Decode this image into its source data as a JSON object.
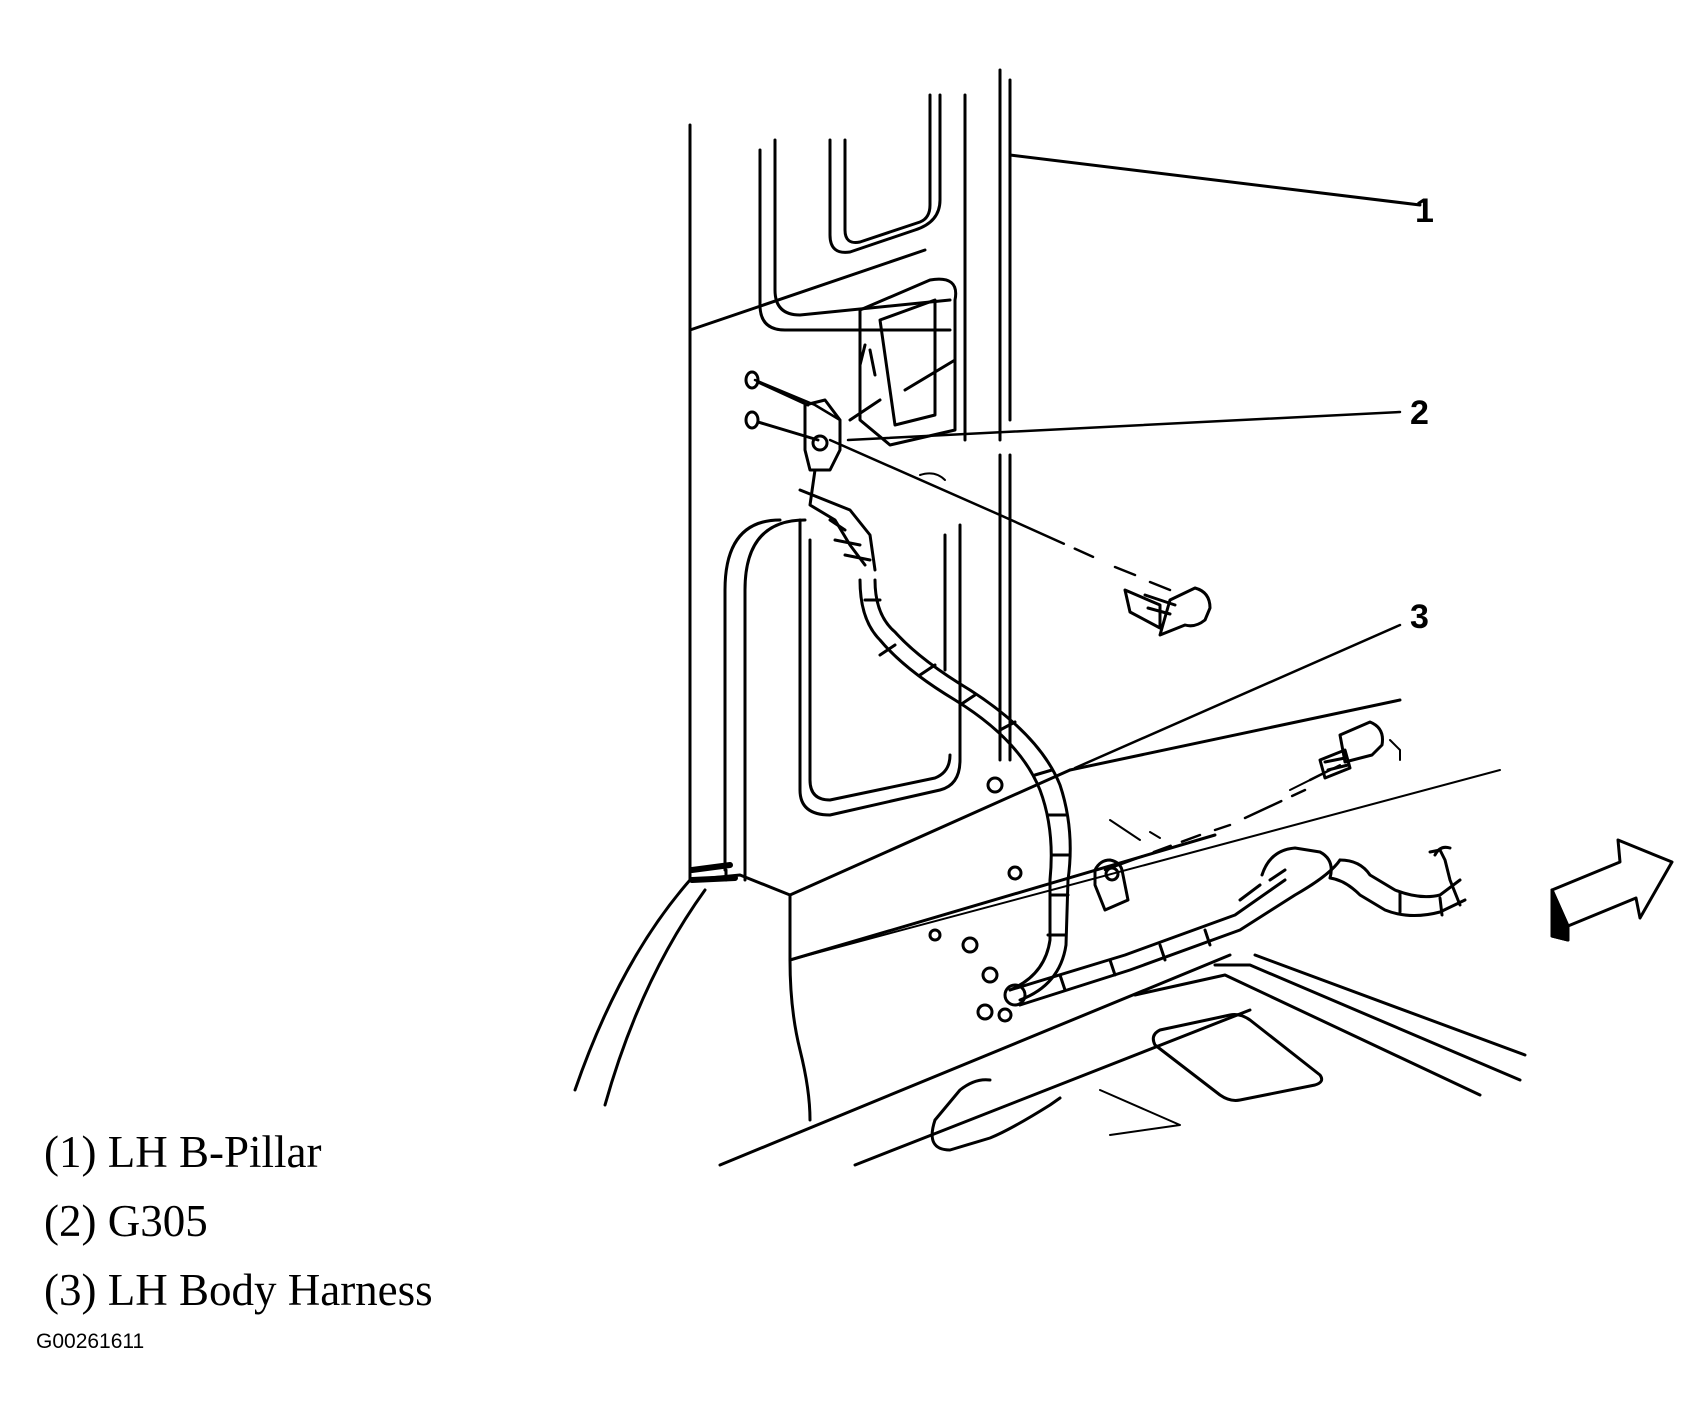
{
  "callouts": [
    "1",
    "2",
    "3"
  ],
  "legend": [
    "(1) LH B-Pillar",
    "(2) G305",
    "(3) LH Body Harness"
  ],
  "figure_id": "G00261611",
  "icons": {
    "direction_arrow": "front-direction-arrow-icon",
    "bolts": [
      "bolt-icon",
      "bolt-icon"
    ]
  }
}
